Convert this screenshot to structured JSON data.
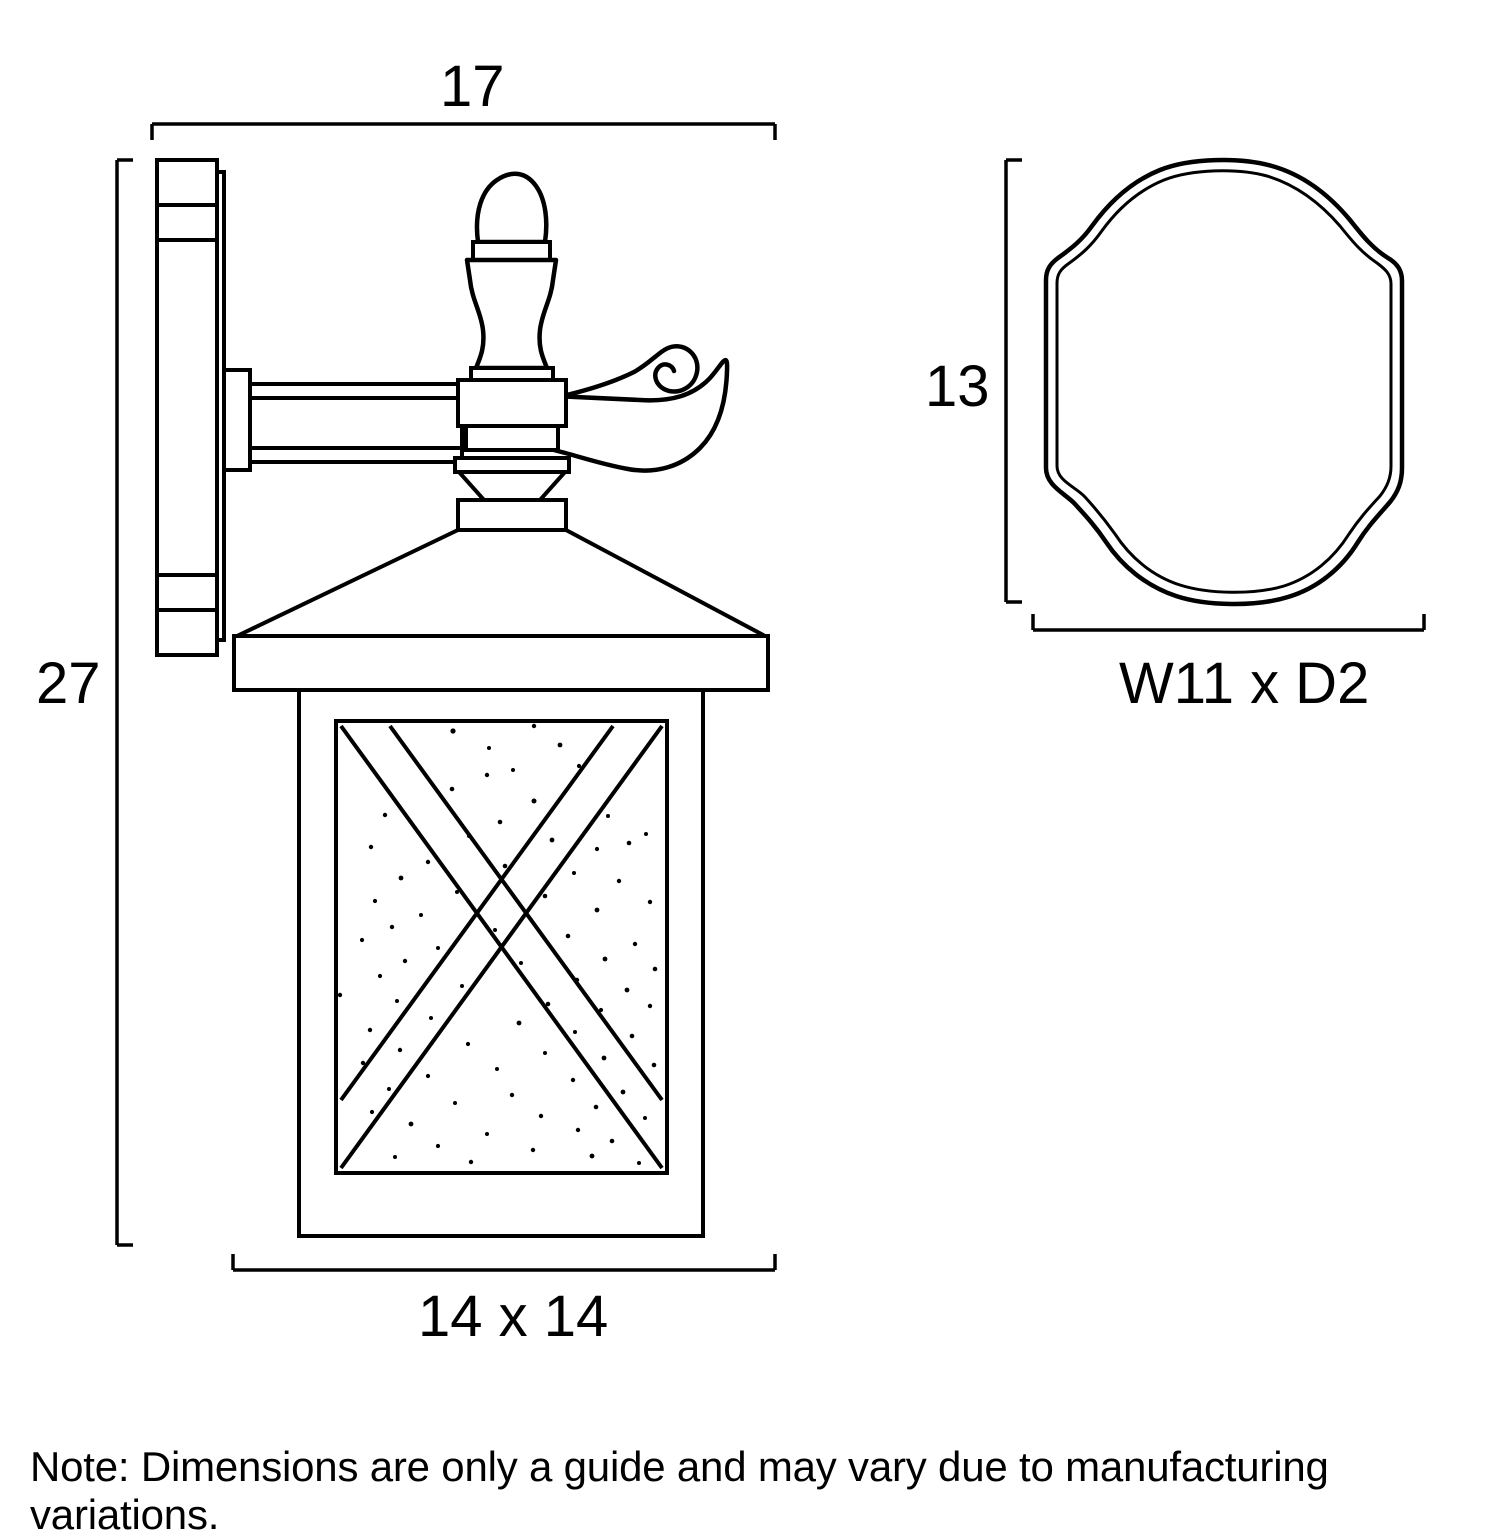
{
  "page": {
    "type": "product-dimension-drawing",
    "subject": "outdoor wall lantern",
    "background_color": "#ffffff",
    "line_color": "#000000"
  },
  "dimensions": {
    "height_overall": "27",
    "width_overall": "17",
    "base_footprint": "14 x 14",
    "backplate_height": "13",
    "backplate_size": "W11 x D2"
  },
  "views": {
    "side_elevation": {
      "name": "side-elevation-view",
      "parts": [
        "wall-mount-plate",
        "support-arm",
        "scroll-arm",
        "finial",
        "upper-collar",
        "lower-collar",
        "pyramid-roof",
        "roof-band",
        "lantern-body",
        "seeded-glass-panel",
        "x-brace"
      ]
    },
    "backplate_view": {
      "name": "backplate-outline-view",
      "parts": [
        "backplate-outline"
      ]
    }
  },
  "note": {
    "text": "Note: Dimensions are only a guide and may vary due to manufacturing variations."
  }
}
